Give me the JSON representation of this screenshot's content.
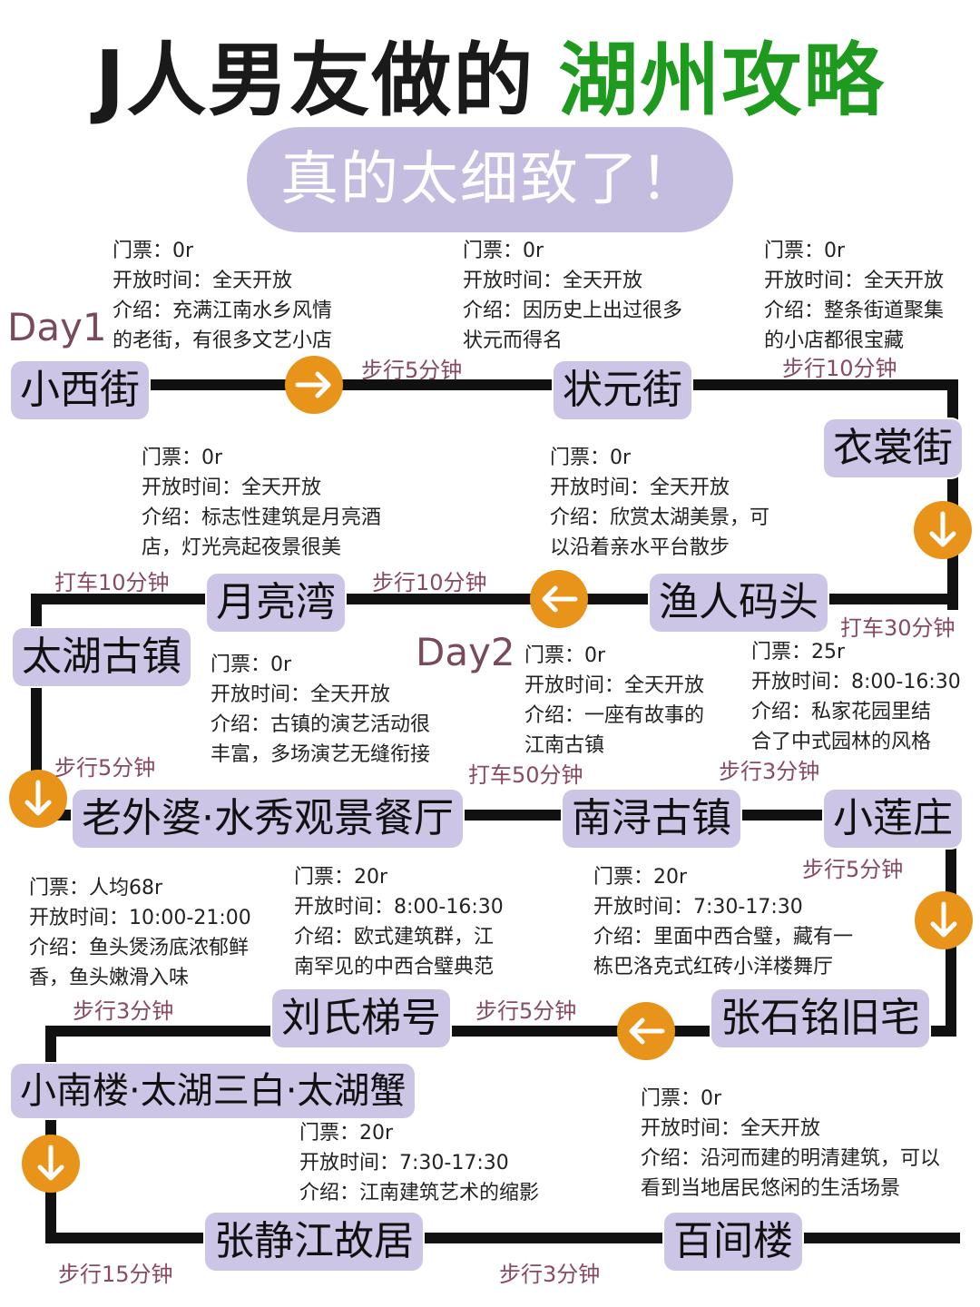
{
  "header": {
    "title_black": "J人男友做的",
    "title_green": "湖州攻略",
    "subtitle": "真的太细致了！"
  },
  "days": {
    "day1": "Day1",
    "day2": "Day2"
  },
  "stops": {
    "xiaoxijie": {
      "name": "小西街",
      "info": [
        "门票：0r",
        "开放时间：全天开放",
        "介绍：充满江南水乡风情",
        "的老街，有很多文艺小店"
      ]
    },
    "zhuangyuanjie": {
      "name": "状元街",
      "info": [
        "门票：0r",
        "开放时间：全天开放",
        "介绍：因历史上出过很多",
        "状元而得名"
      ]
    },
    "yishangjie": {
      "name": "衣裳街",
      "info": [
        "门票：0r",
        "开放时间：全天开放",
        "介绍：整条街道聚集",
        "的小店都很宝藏"
      ]
    },
    "yurenmatou": {
      "name": "渔人码头",
      "info": [
        "门票：0r",
        "开放时间：全天开放",
        "介绍：欣赏太湖美景，可",
        "以沿着亲水平台散步"
      ]
    },
    "yueliangwan": {
      "name": "月亮湾",
      "info": [
        "门票：0r",
        "开放时间：全天开放",
        "介绍：标志性建筑是月亮酒",
        "店，灯光亮起夜景很美"
      ]
    },
    "taihuguzhen": {
      "name": "太湖古镇",
      "info": [
        "门票：0r",
        "开放时间：全天开放",
        "介绍：古镇的演艺活动很",
        "丰富，多场演艺无缝衔接"
      ]
    },
    "laowaipo": {
      "name": "老外婆·水秀观景餐厅",
      "info": [
        "门票：人均68r",
        "开放时间：10:00-21:00",
        "介绍：鱼头煲汤底浓郁鲜",
        "香，鱼头嫩滑入味"
      ]
    },
    "nanxun": {
      "name": "南浔古镇",
      "info": [
        "门票：0r",
        "开放时间：全天开放",
        "介绍：一座有故事的",
        "江南古镇"
      ]
    },
    "xiaolianzhuang": {
      "name": "小莲庄",
      "info": [
        "门票：25r",
        "开放时间：8:00-16:30",
        "介绍：私家花园里结",
        "合了中式园林的风格"
      ]
    },
    "zhangshiming": {
      "name": "张石铭旧宅",
      "info": [
        "门票：20r",
        "开放时间：7:30-17:30",
        "介绍：里面中西合璧，藏有一",
        "栋巴洛克式红砖小洋楼舞厅"
      ]
    },
    "liushitihao": {
      "name": "刘氏梯号",
      "info": [
        "门票：20r",
        "开放时间：8:00-16:30",
        "介绍：欧式建筑群，江",
        "南罕见的中西合璧典范"
      ]
    },
    "xiaonanlou": {
      "name": "小南楼·太湖三白·太湖蟹"
    },
    "zhangjingjiang": {
      "name": "张静江故居",
      "info": [
        "门票：20r",
        "开放时间：7:30-17:30",
        "介绍：江南建筑艺术的缩影"
      ]
    },
    "baijianlou": {
      "name": "百间楼",
      "info": [
        "门票：0r",
        "开放时间：全天开放",
        "介绍：沿河而建的明清建筑，可以",
        "看到当地居民悠闲的生活场景"
      ]
    }
  },
  "moves": {
    "m1": "步行5分钟",
    "m2": "步行10分钟",
    "m3": "打车30分钟",
    "m4": "步行10分钟",
    "m5": "打车10分钟",
    "m6": "步行5分钟",
    "m7": "打车50分钟",
    "m8": "步行3分钟",
    "m9": "步行5分钟",
    "m10": "步行5分钟",
    "m11": "步行3分钟",
    "m12": "步行15分钟",
    "m13": "步行3分钟"
  },
  "colors": {
    "accent_green": "#1e9a1e",
    "pill_purple": "#cdc5e5",
    "arrow_orange": "#e8931a",
    "move_text": "#8a4a5e"
  },
  "icons": [
    "arrow-right-icon",
    "arrow-down-icon",
    "arrow-left-icon"
  ]
}
